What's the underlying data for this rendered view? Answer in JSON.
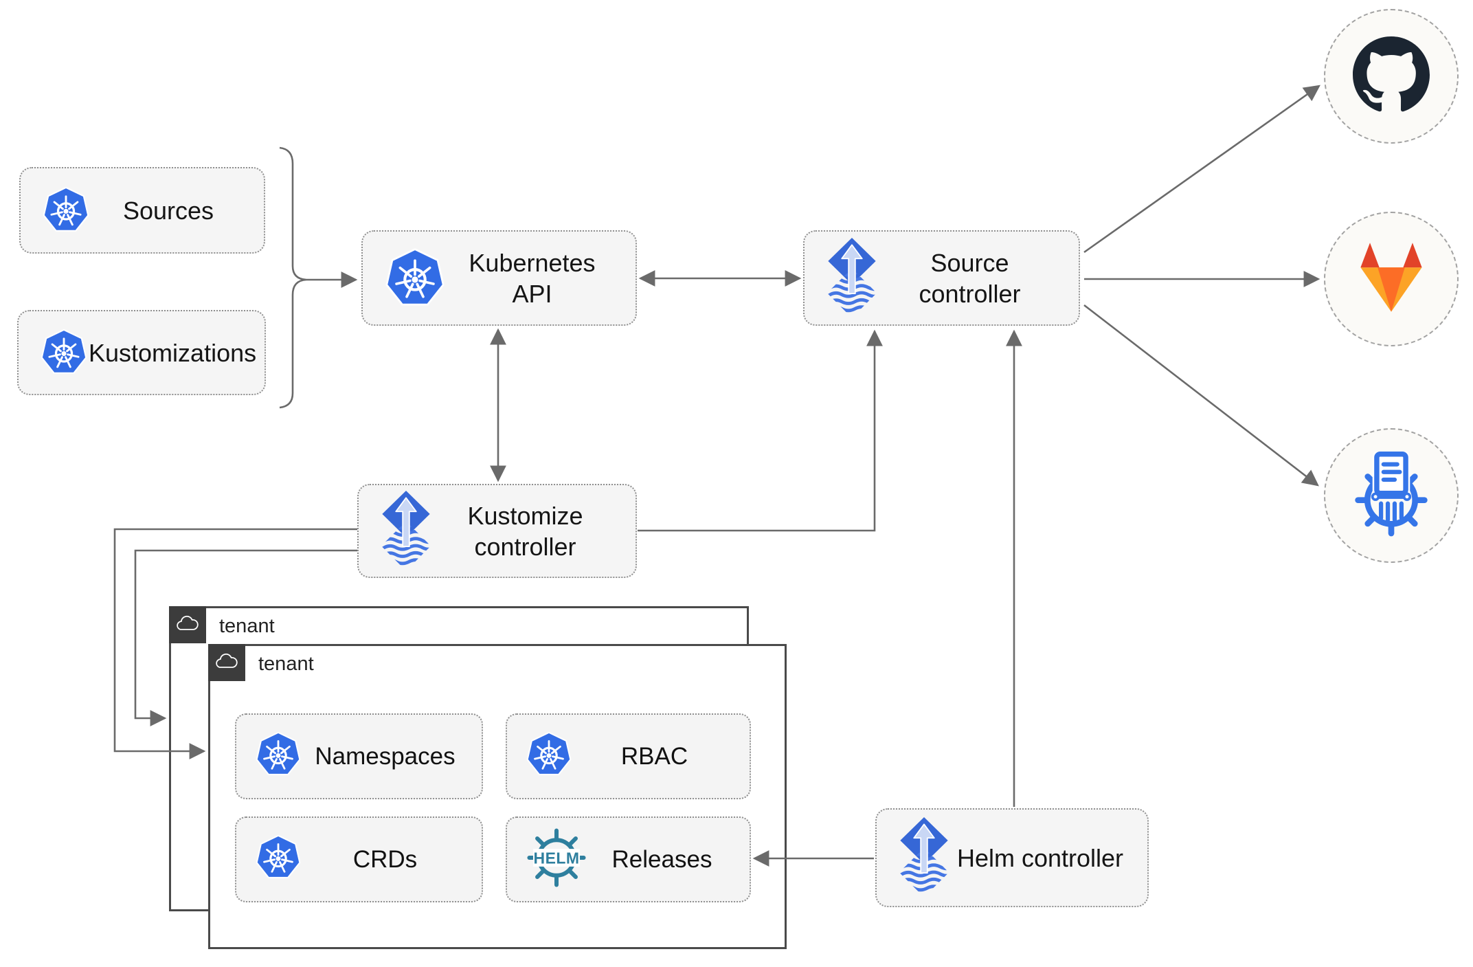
{
  "nodes": {
    "sources": {
      "label": "Sources",
      "icon": "kubernetes-icon"
    },
    "kustomizations": {
      "label": "Kustomizations",
      "icon": "kubernetes-icon"
    },
    "kubernetes_api": {
      "label": "Kubernetes API",
      "icon": "kubernetes-icon"
    },
    "source_controller": {
      "label": "Source controller",
      "icon": "flux-icon"
    },
    "kustomize_controller": {
      "label": "Kustomize controller",
      "icon": "flux-icon"
    },
    "helm_controller": {
      "label": "Helm controller",
      "icon": "flux-icon"
    },
    "namespaces": {
      "label": "Namespaces",
      "icon": "kubernetes-icon"
    },
    "rbac": {
      "label": "RBAC",
      "icon": "kubernetes-icon"
    },
    "crds": {
      "label": "CRDs",
      "icon": "kubernetes-icon"
    },
    "releases": {
      "label": "Releases",
      "icon": "helm-icon"
    }
  },
  "tenants": [
    {
      "label": "tenant",
      "icon": "cloud-icon"
    },
    {
      "label": "tenant",
      "icon": "cloud-icon"
    }
  ],
  "external": [
    {
      "icon": "github-icon"
    },
    {
      "icon": "gitlab-icon"
    },
    {
      "icon": "registry-icon"
    }
  ],
  "helm_logo": {
    "text": "HELM"
  },
  "colors": {
    "kubernetes_blue": "#326CE5",
    "flux_blue": "#3667d6",
    "flux_arrow_light": "#c9d7f5",
    "helm_teal": "#2e7f9e",
    "github_dark": "#1b2531",
    "gitlab_red": "#e24329",
    "gitlab_orange": "#fc6d26",
    "gitlab_light_orange": "#fca326",
    "registry_blue": "#3575e8",
    "line_gray": "#6a6a6a",
    "node_fill": "#f5f5f5",
    "tenant_header_dark": "#3c3c3c"
  }
}
